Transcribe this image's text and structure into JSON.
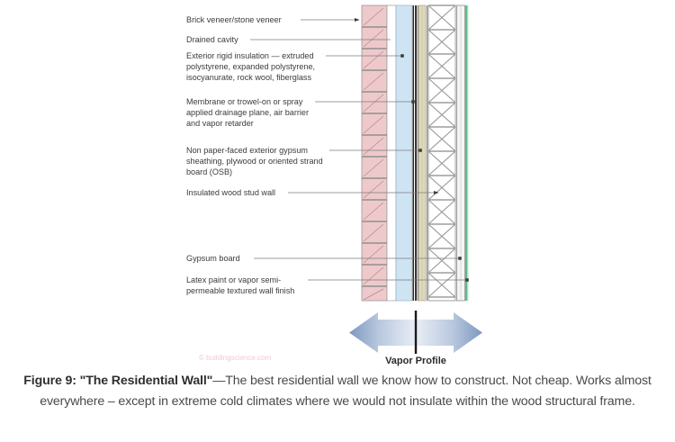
{
  "figure": {
    "title_prefix": "Figure 9: \"The Residential Wall\"",
    "caption_rest": "—The best residential wall we know how to construct. Not cheap. Works almost everywhere – except in extreme cold climates where we would not insulate within the wood structural frame.",
    "watermark": "© buildingscience.com"
  },
  "labels": [
    {
      "id": "brick-veneer",
      "lines": [
        "Brick veneer/stone veneer"
      ]
    },
    {
      "id": "drained-cavity",
      "lines": [
        "Drained cavity"
      ]
    },
    {
      "id": "exterior-rigid-insulation",
      "lines": [
        "Exterior rigid insulation — extruded",
        "polystyrene, expanded polystyrene,",
        "isocyanurate, rock wool, fiberglass"
      ]
    },
    {
      "id": "membrane",
      "lines": [
        "Membrane or trowel-on or spray",
        "applied drainage plane, air barrier",
        "and vapor retarder"
      ]
    },
    {
      "id": "exterior-gypsum-sheathing",
      "lines": [
        "Non paper-faced exterior gypsum",
        "sheathing, plywood or oriented strand",
        "board (OSB)"
      ]
    },
    {
      "id": "insulated-wood-stud-wall",
      "lines": [
        "Insulated wood stud wall"
      ]
    },
    {
      "id": "gypsum-board",
      "lines": [
        "Gypsum board"
      ]
    },
    {
      "id": "latex-paint",
      "lines": [
        "Latex paint or vapor semi-",
        "permeable textured wall finish"
      ]
    }
  ],
  "vapor": {
    "label": "Vapor Profile"
  },
  "colors": {
    "brick": "#eec9cb",
    "brick_mortar": "#9a9a9a",
    "cavity": "#ffffff",
    "rigid_insulation": "#cfe4f2",
    "membrane": "#231f20",
    "sheathing": "#ded9bb",
    "stud_cavity": "#ffffff",
    "batt": "#9b9b9b",
    "gypsum": "#f4f4f4",
    "latex_paint": "#4bb87a",
    "vapor_arrow": "#8fa6c9",
    "leader": "#7b7b7b",
    "caption_text": "#4a4a4a",
    "watermark": "#f3c8d2"
  }
}
